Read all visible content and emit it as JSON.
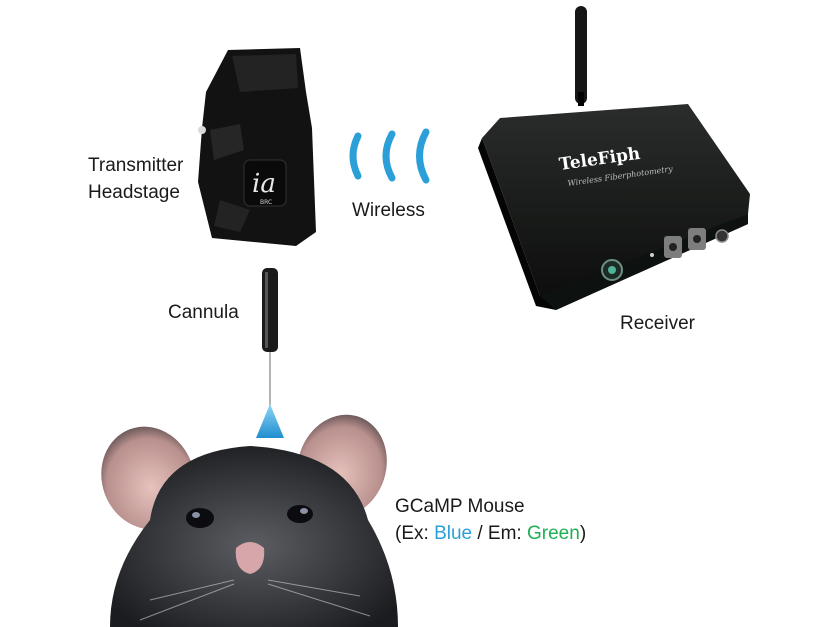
{
  "labels": {
    "transmitter_line1": "Transmitter",
    "transmitter_line2": "Headstage",
    "wireless": "Wireless",
    "cannula": "Cannula",
    "receiver": "Receiver",
    "mouse_title": "GCaMP Mouse",
    "mouse_paren_open": "(Ex: ",
    "excitation": "Blue",
    "sep": " / Em: ",
    "emission": "Green",
    "mouse_paren_close": ")"
  },
  "receiver_branding": {
    "name": "TeleFiph",
    "subtitle": "Wireless Fiberphotometry"
  },
  "headstage_logo": "BRC",
  "colors": {
    "excitation_blue": "#2aa0d8",
    "emission_green": "#1fae55",
    "wave_blue": "#2a9fd8",
    "device_dark": "#151515"
  },
  "icons": [
    "transmitter-headstage-icon",
    "wireless-wave-icon",
    "receiver-device-icon",
    "antenna-icon",
    "cannula-icon",
    "light-cone-icon",
    "mouse-photo-icon"
  ]
}
